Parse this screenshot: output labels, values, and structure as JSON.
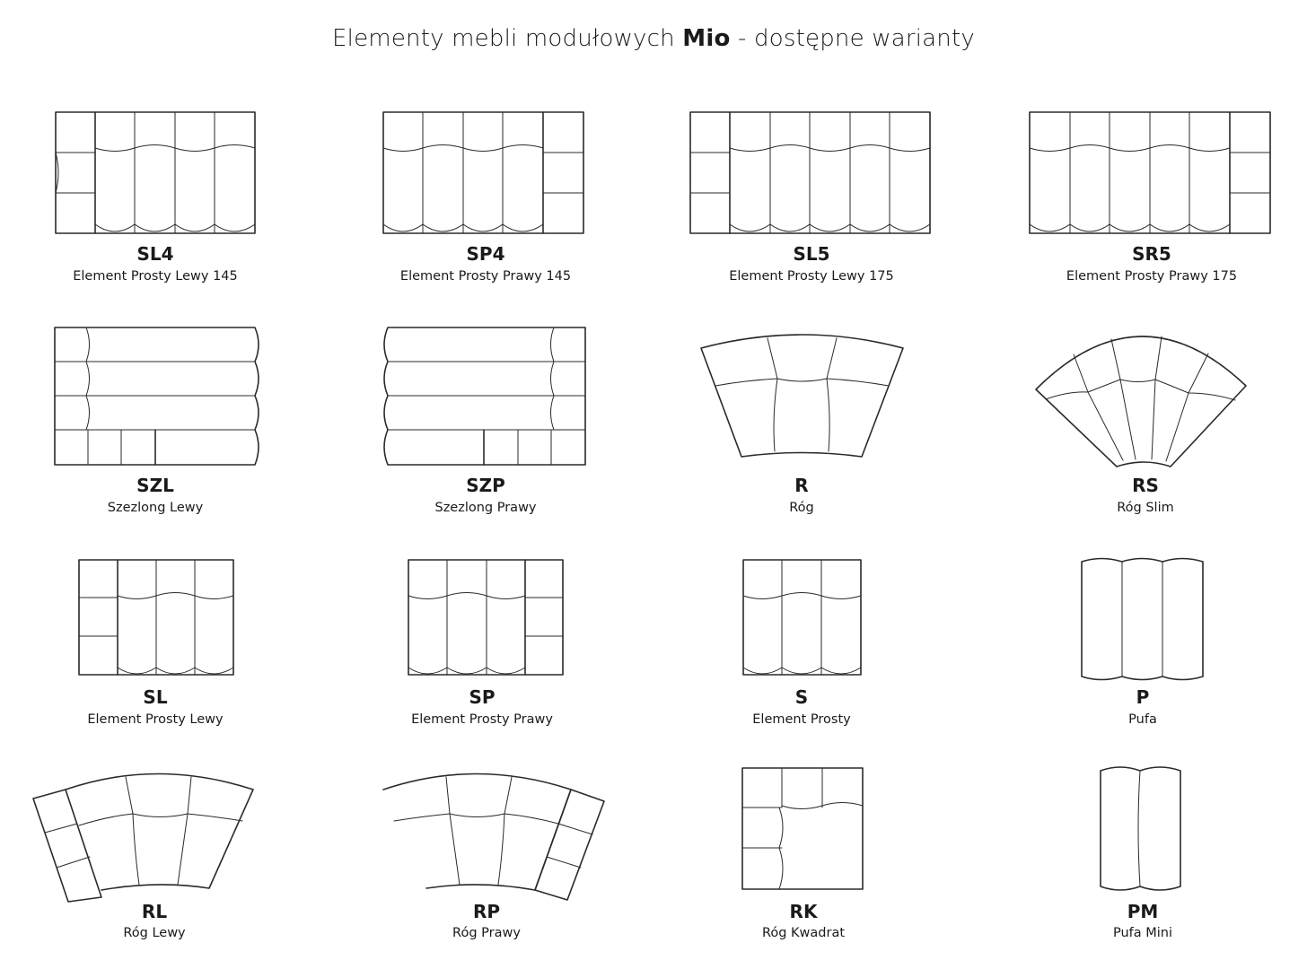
{
  "title": {
    "prefix": "Elementy mebli modułowych ",
    "brand": "Mio",
    "suffix": " - dostępne warianty"
  },
  "modules": [
    {
      "code": "SL4",
      "name": "Element Prosty Lewy 145"
    },
    {
      "code": "SP4",
      "name": "Element Prosty Prawy 145"
    },
    {
      "code": "SL5",
      "name": "Element Prosty Lewy 175"
    },
    {
      "code": "SR5",
      "name": "Element Prosty Prawy 175"
    },
    {
      "code": "SZL",
      "name": "Szezlong Lewy"
    },
    {
      "code": "SZP",
      "name": "Szezlong Prawy"
    },
    {
      "code": "R",
      "name": "Róg"
    },
    {
      "code": "RS",
      "name": "Róg Slim"
    },
    {
      "code": "SL",
      "name": "Element Prosty Lewy"
    },
    {
      "code": "SP",
      "name": "Element Prosty Prawy"
    },
    {
      "code": "S",
      "name": "Element Prosty"
    },
    {
      "code": "P",
      "name": "Pufa"
    },
    {
      "code": "RL",
      "name": "Róg Lewy"
    },
    {
      "code": "RP",
      "name": "Róg Prawy"
    },
    {
      "code": "RK",
      "name": "Róg Kwadrat"
    },
    {
      "code": "PM",
      "name": "Pufa Mini"
    }
  ]
}
